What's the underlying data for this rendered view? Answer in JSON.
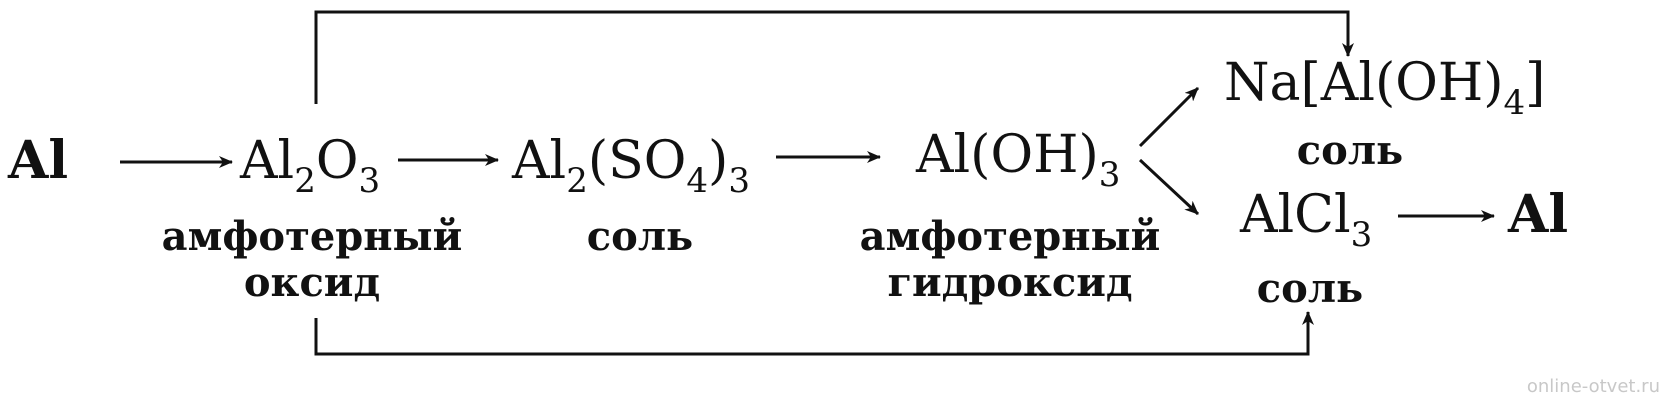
{
  "nodes": {
    "al_start": {
      "text": "Al"
    },
    "al2o3": {
      "main1": "Al",
      "sub1": "2",
      "main2": "O",
      "sub2": "3",
      "caption1": "амфотерный",
      "caption2": "оксид"
    },
    "al2so43": {
      "main1": "Al",
      "sub1": "2",
      "main2": "(SO",
      "sub2": "4",
      "main3": ")",
      "sub3": "3",
      "caption1": "соль"
    },
    "aloh3": {
      "main1": "Al(OH)",
      "sub1": "3",
      "caption1": "амфотерный",
      "caption2": "гидроксид"
    },
    "naaloh4": {
      "main1": "Na[Al(OH)",
      "sub1": "4",
      "main2": "]",
      "caption1": "соль"
    },
    "alcl3": {
      "main1": "AlCl",
      "sub1": "3",
      "caption1": "соль"
    },
    "al_end": {
      "text": "Al"
    }
  },
  "watermark": "online-otvet.ru"
}
